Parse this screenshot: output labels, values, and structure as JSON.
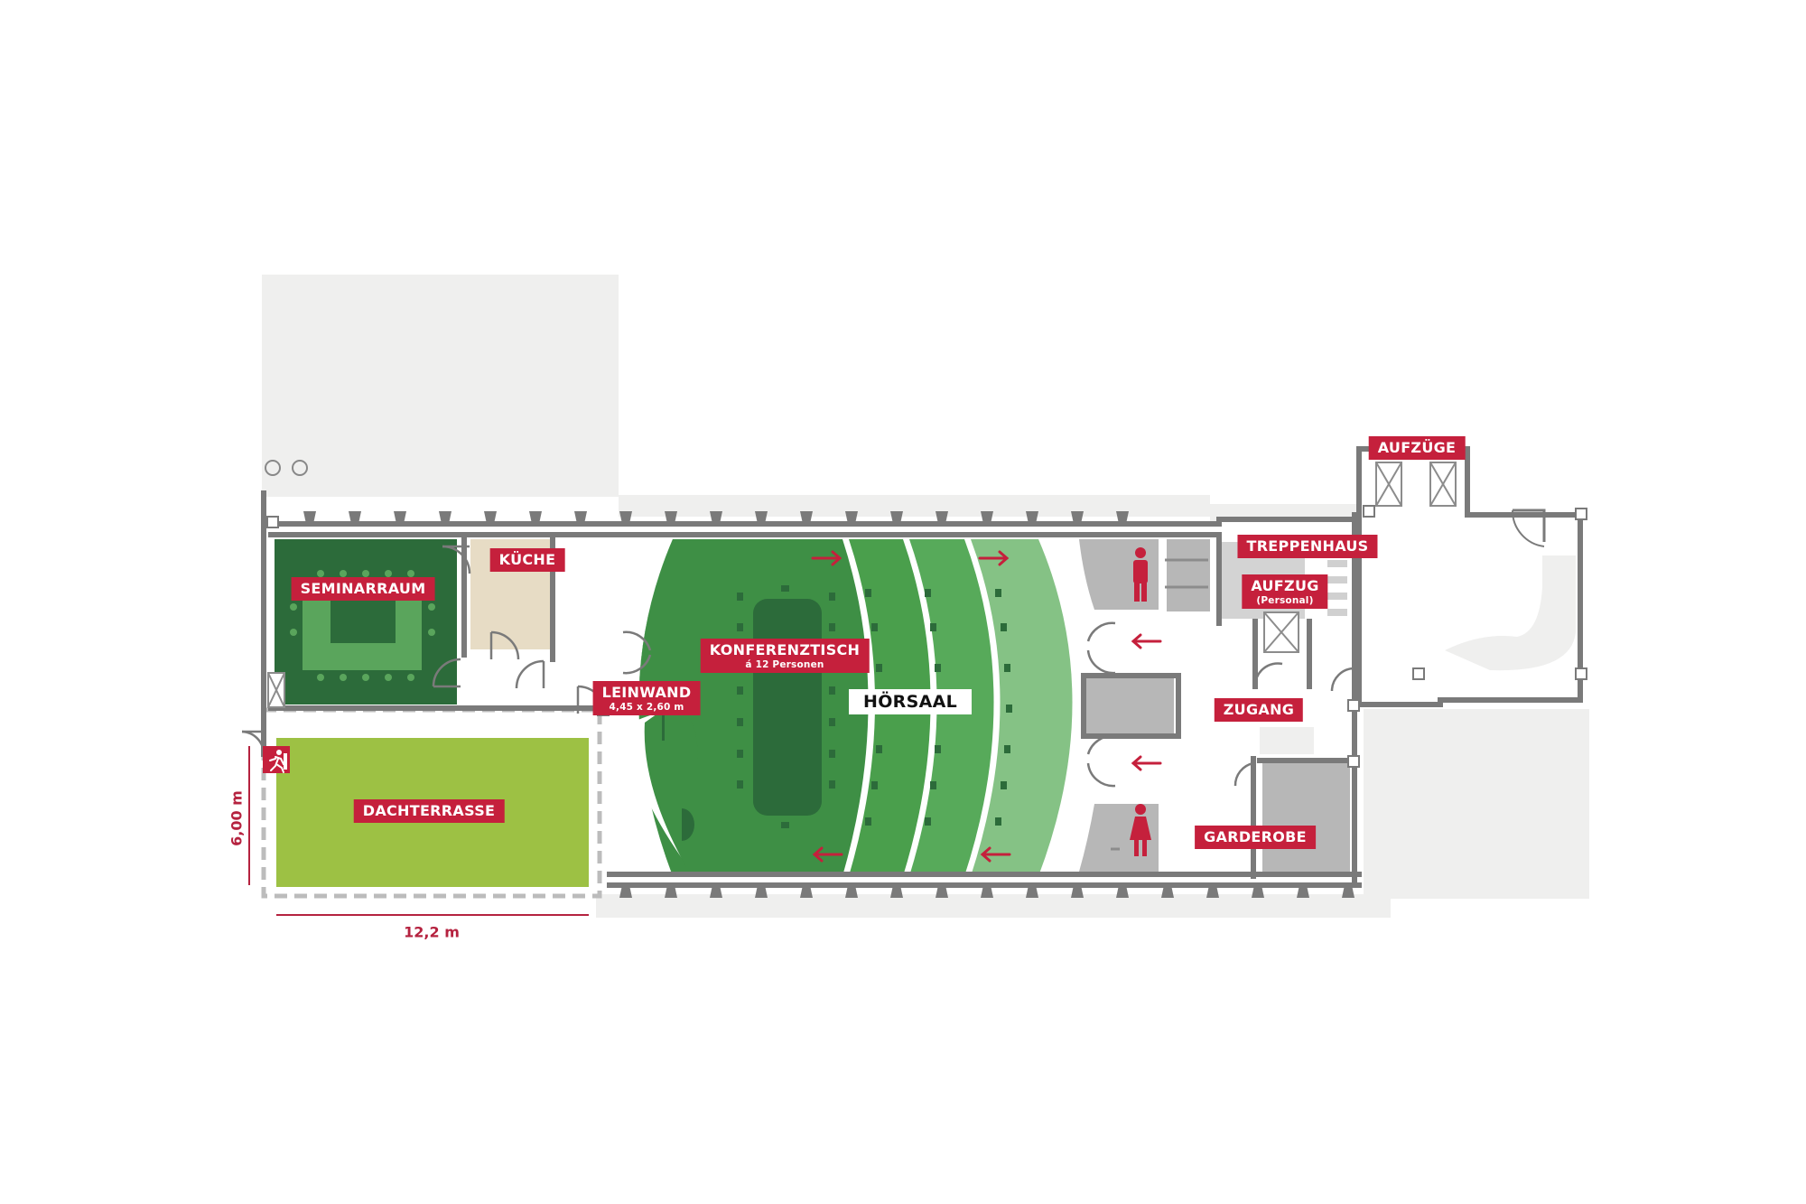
{
  "rooms": {
    "seminarraum": "SEMINARRAUM",
    "kueche": "KÜCHE",
    "konferenztisch": "KONFERENZTISCH",
    "konferenztisch_sub": "á 12 Personen",
    "leinwand": "LEINWAND",
    "leinwand_sub": "4,45 x 2,60 m",
    "hoersaal": "HÖRSAAL",
    "dachterrasse": "DACHTERRASSE",
    "aufzuege": "AUFZÜGE",
    "treppenhaus": "TREPPENHAUS",
    "aufzug": "AUFZUG",
    "aufzug_sub": "(Personal)",
    "zugang": "ZUGANG",
    "garderobe": "GARDEROBE"
  },
  "dimensions": {
    "height": "6,00 m",
    "width": "12,2 m"
  },
  "icons": {
    "exit": "emergency-exit-icon",
    "male": "male-restroom-icon",
    "female": "female-restroom-icon",
    "arrow": "direction-arrow-icon"
  },
  "colors": {
    "label": "#c5203c",
    "dark_green": "#2c6b3a",
    "green": "#3e8f45",
    "mid_green": "#4fa552",
    "light_green": "#85c285",
    "terrace": "#9dc144",
    "kitchen": "#e7dcc5",
    "grey_block": "#b7b7b7",
    "wall": "#7a7a7a",
    "background_block": "#efefee"
  }
}
